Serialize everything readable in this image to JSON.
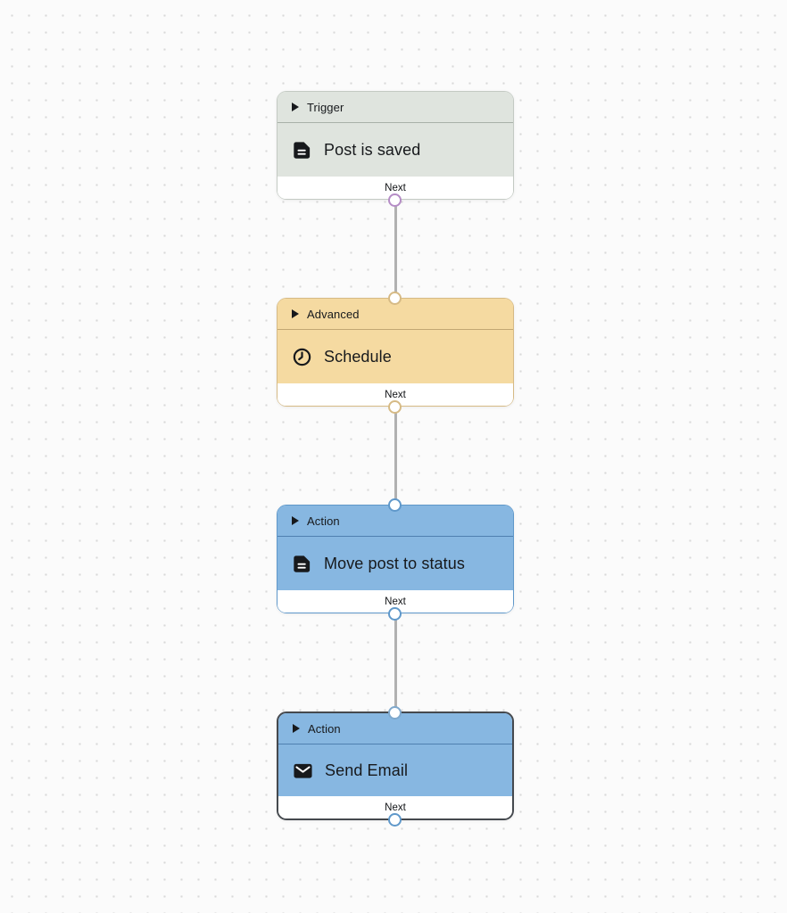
{
  "canvas": {
    "background_color": "#fbfbfb",
    "dot_color": "#d9d9d9",
    "edge_color": "#b1b1b1"
  },
  "nodes": [
    {
      "category_label": "Trigger",
      "title": "Post is saved",
      "icon": "document-icon",
      "next_label": "Next",
      "selected": false,
      "has_input_port": false,
      "colors": {
        "fill": "#dfe4de",
        "border": "#c3cac3",
        "divider": "#a8b1a8",
        "output_port": "#b58cc6"
      }
    },
    {
      "category_label": "Advanced",
      "title": "Schedule",
      "icon": "clock-icon",
      "next_label": "Next",
      "selected": false,
      "has_input_port": true,
      "colors": {
        "fill": "#f5daa1",
        "border": "#d6ba85",
        "divider": "#c2a873",
        "input_port": "#d6ba85",
        "output_port": "#d6ba85"
      }
    },
    {
      "category_label": "Action",
      "title": "Move post to status",
      "icon": "document-icon",
      "next_label": "Next",
      "selected": false,
      "has_input_port": true,
      "colors": {
        "fill": "#87b7e1",
        "border": "#5f98ca",
        "divider": "#4f80b0",
        "input_port": "#5f98ca",
        "output_port": "#5f98ca"
      }
    },
    {
      "category_label": "Action",
      "title": "Send Email",
      "icon": "envelope-icon",
      "next_label": "Next",
      "selected": true,
      "has_input_port": true,
      "colors": {
        "fill": "#87b7e1",
        "border": "#45494e",
        "divider": "#4f80b0",
        "input_port": "#7fa8cc",
        "output_port": "#5f98ca"
      }
    }
  ],
  "edges": [
    {
      "from": 0,
      "to": 1,
      "color": "#b1b1b1"
    },
    {
      "from": 1,
      "to": 2,
      "color": "#b1b1b1"
    },
    {
      "from": 2,
      "to": 3,
      "color": "#b1b1b1"
    }
  ]
}
